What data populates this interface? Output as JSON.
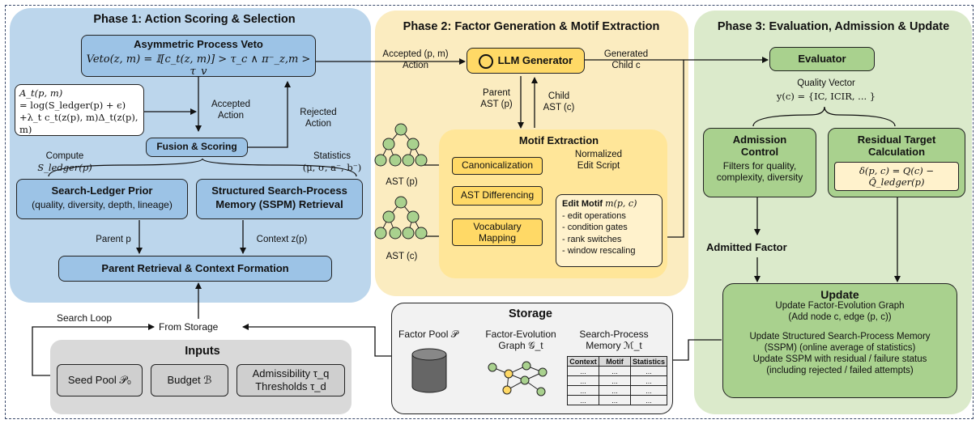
{
  "phase1": {
    "title": "Phase 1: Action Scoring & Selection",
    "veto_title": "Asymmetric Process Veto",
    "veto_formula": "Veto(z, m) = 𝕀[c_t(z, m)] > τ_c ∧ π⁻_z,m > τ_v",
    "score_formula_1": "A_t(p, m)",
    "score_formula_2": "= log(S_ledger(p) + ϵ)",
    "score_formula_3": "+λ_t c_t(z(p), m)Δ_t(z(p), m)",
    "accepted_action": "Accepted Action",
    "rejected_action": "Rejected Action",
    "fusion": "Fusion & Scoring",
    "compute_label": "Compute",
    "compute_sub": "S_ledger(p)",
    "statistics_label": "Statistics",
    "statistics_sub": "(μ, σ, a⁻, b⁻)",
    "ledger_title": "Search-Ledger Prior",
    "ledger_sub": "(quality, diversity, depth, lineage)",
    "sspm_title_1": "Structured Search-Process",
    "sspm_title_2": "Memory (SSPM) Retrieval",
    "parent_label": "Parent p",
    "context_label": "Context z(p)",
    "retrieval": "Parent Retrieval & Context Formation"
  },
  "phase2": {
    "title": "Phase 2: Factor Generation & Motif Extraction",
    "accepted_in": "Accepted (p, m)",
    "accepted_in_2": "Action",
    "llm": "LLM Generator",
    "generated": "Generated",
    "generated_2": "Child c",
    "parent_ast": "Parent",
    "parent_ast_2": "AST (p)",
    "child_ast": "Child",
    "child_ast_2": "AST (c)",
    "motif_title": "Motif Extraction",
    "canon": "Canonicalization",
    "diff": "AST Differencing",
    "vocab_1": "Vocabulary",
    "vocab_2": "Mapping",
    "norm_1": "Normalized",
    "norm_2": "Edit Script",
    "edit_motif": "Edit Motif",
    "edit_motif_sym": "m(p, c)",
    "motif_items": [
      "- edit operations",
      "- condition gates",
      "- rank switches",
      "- window rescaling"
    ],
    "ast_p": "AST (p)",
    "ast_c": "AST (c)"
  },
  "phase3": {
    "title": "Phase 3: Evaluation, Admission & Update",
    "evaluator": "Evaluator",
    "quality_vector": "Quality Vector",
    "quality_formula": "y(c) = {IC, ICIR, ... }",
    "admission_title_1": "Admission",
    "admission_title_2": "Control",
    "admission_sub": "Filters for quality, complexity, diversity",
    "residual_title_1": "Residual Target",
    "residual_title_2": "Calculation",
    "residual_formula": "δ(p, c) = Q(c) − Q̂_ledger(p)",
    "admitted": "Admitted Factor",
    "update_title": "Update",
    "update_lines": [
      "Update Factor-Evolution Graph",
      "(Add node c, edge (p, c))",
      "",
      "Update Structured Search-Process Memory",
      "(SSPM) (online average of statistics)",
      "Update SSPM with residual / failure status",
      "(including rejected / failed attempts)"
    ]
  },
  "storage": {
    "title": "Storage",
    "pool": "Factor Pool 𝒫",
    "graph_1": "Factor-Evolution",
    "graph_2": "Graph 𝒢_t",
    "memory_1": "Search-Process",
    "memory_2": "Memory ℳ_t",
    "table_headers": [
      "Context",
      "Motif",
      "Statistics"
    ],
    "table_rows": [
      [
        "...",
        "...",
        "..."
      ],
      [
        "...",
        "...",
        "..."
      ],
      [
        "...",
        "...",
        "..."
      ],
      [
        "...",
        "...",
        "..."
      ]
    ]
  },
  "loop": {
    "search_loop": "Search Loop",
    "from_storage": "From Storage"
  },
  "inputs": {
    "title": "Inputs",
    "seed": "Seed Pool 𝒫₀",
    "budget": "Budget ℬ",
    "admiss_1": "Admissibility τ_q",
    "admiss_2": "Thresholds τ_d"
  },
  "colors": {
    "phase1_bg": "#bcd6ec",
    "phase2_bg": "#fbecc0",
    "phase3_bg": "#dbeacb",
    "blue_box": "#9cc3e6",
    "green_box": "#a9d18e",
    "yellow_box": "#ffd966",
    "tree_node": "#a9d18e"
  }
}
